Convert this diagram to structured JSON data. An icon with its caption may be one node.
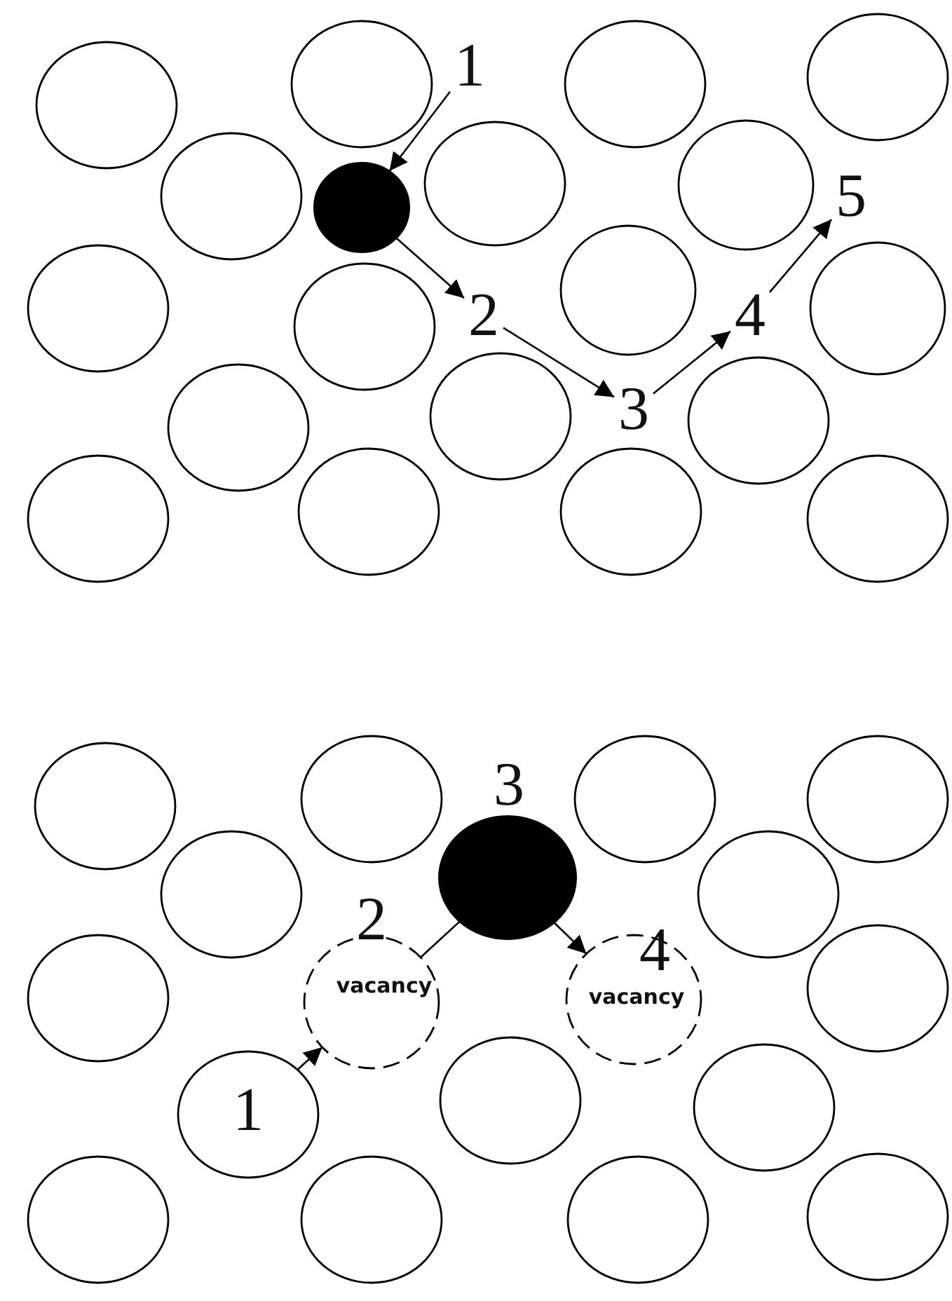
{
  "diagram": {
    "nodes": [
      {
        "text": [],
        "shape": "circle"
      },
      {
        "text": [],
        "shape": "circle"
      },
      {
        "text": [
          "1"
        ]
      },
      {
        "text": [],
        "shape": "circle"
      },
      {
        "text": [],
        "shape": "circle"
      },
      {
        "text": [],
        "shape": "circle"
      },
      {
        "text": [],
        "shape": "circle"
      },
      {
        "text": [],
        "shape": "circle"
      },
      {
        "text": [],
        "shape": "circle"
      },
      {
        "text": [
          "5"
        ]
      },
      {
        "text": [],
        "shape": "circle"
      },
      {
        "text": [],
        "shape": "circle"
      },
      {
        "text": [
          "2"
        ]
      },
      {
        "text": [],
        "shape": "circle"
      },
      {
        "text": [
          "4"
        ]
      },
      {
        "text": [],
        "shape": "circle"
      },
      {
        "text": [],
        "shape": "circle"
      },
      {
        "text": [],
        "shape": "circle"
      },
      {
        "text": [
          "3"
        ]
      },
      {
        "text": [],
        "shape": "circle"
      },
      {
        "text": [],
        "shape": "circle"
      },
      {
        "text": [],
        "shape": "circle"
      },
      {
        "text": [],
        "shape": "circle"
      },
      {
        "text": [],
        "shape": "circle"
      },
      {
        "text": [],
        "shape": "circle"
      },
      {
        "text": [],
        "shape": "circle"
      },
      {
        "text": [
          "3"
        ]
      },
      {
        "text": [],
        "shape": "circle"
      },
      {
        "text": [],
        "shape": "circle"
      },
      {
        "text": [],
        "shape": "circle"
      },
      {
        "text": [],
        "shape": "circle"
      },
      {
        "text": [],
        "shape": "circle"
      },
      {
        "text": [
          "2",
          "vacancy"
        ]
      },
      {
        "text": [
          "4",
          "vacancy"
        ]
      },
      {
        "text": [],
        "shape": "circle"
      },
      {
        "text": [
          "1"
        ]
      },
      {
        "text": [],
        "shape": "circle"
      },
      {
        "text": [],
        "shape": "circle"
      },
      {
        "text": [],
        "shape": "circle"
      },
      {
        "text": [],
        "shape": "circle"
      },
      {
        "text": [],
        "shape": "circle"
      },
      {
        "text": [],
        "shape": "circle"
      }
    ],
    "edges": [
      {
        "from": 2,
        "to": 6,
        "arrow": "to"
      },
      {
        "from": 6,
        "to": 12,
        "arrow": "to"
      },
      {
        "from": 12,
        "to": 18,
        "arrow": "to"
      },
      {
        "from": 18,
        "to": 14,
        "arrow": "to"
      },
      {
        "from": 14,
        "to": 9,
        "arrow": "to"
      },
      {
        "from": 35,
        "to": 32,
        "arrow": "to"
      },
      {
        "from": 26,
        "to": 32,
        "arrow": "none"
      },
      {
        "from": 26,
        "to": 33,
        "arrow": "to"
      }
    ]
  }
}
